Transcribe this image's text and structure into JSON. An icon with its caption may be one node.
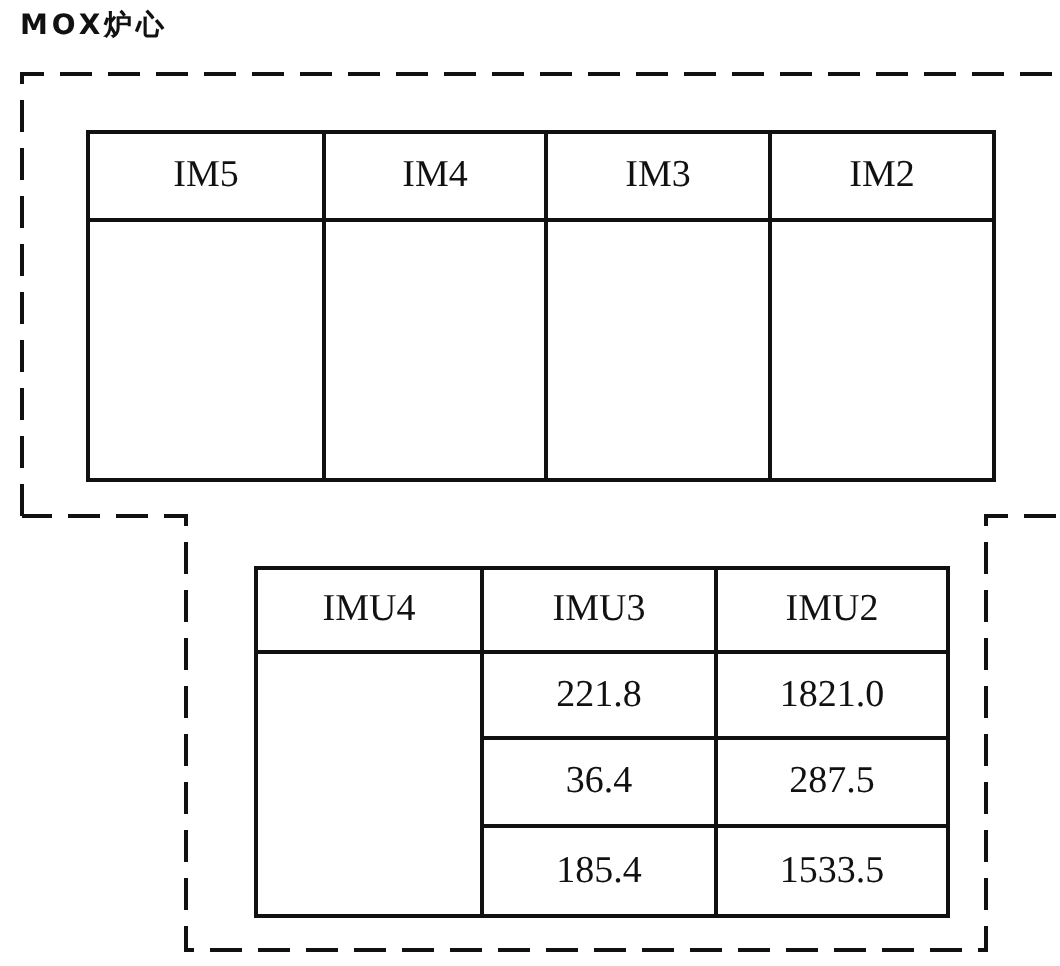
{
  "diagram": {
    "nodes": [
      {
        "text": [
          "MOX炉心"
        ]
      }
    ],
    "edges": [],
    "labels": [
      "IM5",
      "IM4",
      "IM3",
      "IM2",
      "IMU4",
      "IMU3",
      "IMU2",
      "221.8",
      "1821.0",
      "36.4",
      "287.5",
      "185.4",
      "1533.5"
    ]
  }
}
